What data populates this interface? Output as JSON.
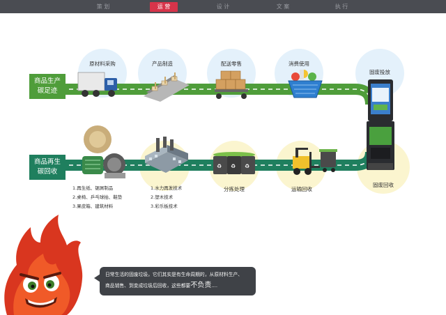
{
  "nav": {
    "items": [
      {
        "label": "策 划"
      },
      {
        "label": "运 营"
      },
      {
        "label": "设 计"
      },
      {
        "label": "文 案"
      },
      {
        "label": "执 行"
      }
    ]
  },
  "rows": {
    "top_label": [
      "商品生产",
      "碳足迹"
    ],
    "bottom_label": [
      "商品再生",
      "碳回收"
    ]
  },
  "stages_top": [
    {
      "title": "原材料采购"
    },
    {
      "title": "产品制造"
    },
    {
      "title": "配送零售"
    },
    {
      "title": "消费使用"
    },
    {
      "title": "固废投放"
    }
  ],
  "stages_bottom": [
    {
      "title": "分拣处理"
    },
    {
      "title": "运输回收"
    },
    {
      "title": "固废回收"
    }
  ],
  "list_left": [
    "1.再生纸、锯屑制品",
    "2.桌椅、乒乓球拍、鞋垫",
    "3.果皮箱、建筑材料"
  ],
  "list_mid": [
    "1.水力再发技术",
    "2.塑木技术",
    "3.彩乐板技术"
  ],
  "bubble": {
    "line1": "日常生活的固废垃圾，它们其实是有生命周期的，从原材料生产、",
    "line2_prefix": "商品销售、到变成垃圾后回收，这些都要",
    "line2_big": "不负责",
    "line2_suffix": "...."
  },
  "colors": {
    "road_top": "#4f9d3a",
    "road_bottom": "#1f7f5e",
    "accent": "#d7344a",
    "circle_blue": "#e4f1fb",
    "circle_yellow": "#fbf5cf"
  }
}
